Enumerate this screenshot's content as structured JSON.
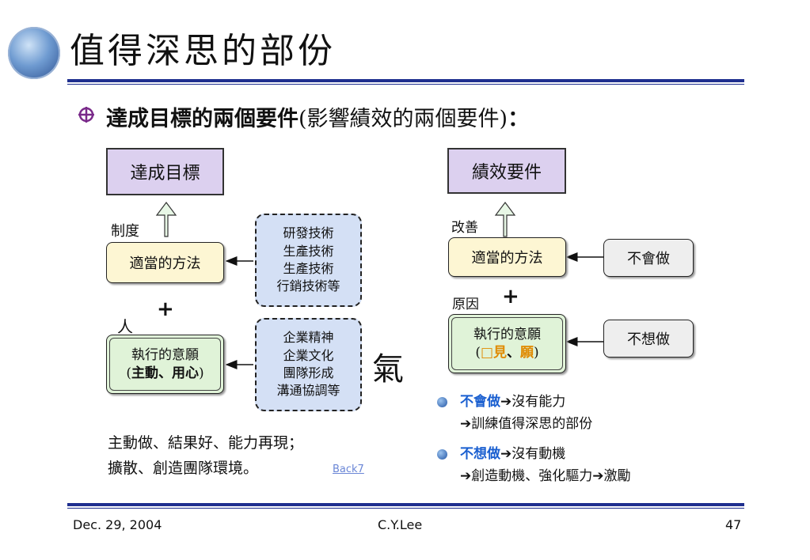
{
  "header": {
    "title": "值得深思的部份"
  },
  "subtitle": {
    "bold": "達成目標的兩個要件",
    "normal": "(影響績效的兩個要件)",
    "colon": "："
  },
  "left": {
    "goal": "達成目標",
    "label_system": "制度",
    "method": "適當的方法",
    "label_person": "人",
    "plus": "+",
    "will_line1": "執行的意願",
    "will_line2_open": "(",
    "will_line2_bold": "主動、用心",
    "will_line2_close": ")",
    "tech": [
      "研發技術",
      "生產技術",
      "生產技術",
      "行銷技術等"
    ],
    "culture": [
      "企業精神",
      "企業文化",
      "團隊形成",
      "溝通協調等"
    ],
    "qi": "氣",
    "note_line1": "主動做、結果好、能力再現；",
    "note_line2": "擴散、創造團隊環境。",
    "back_link": "Back7"
  },
  "right": {
    "goal": "績效要件",
    "label_improve": "改善",
    "method": "適當的方法",
    "cannot": "不會做",
    "label_cause": "原因",
    "plus": "+",
    "will_line1": "執行的意願",
    "will_line2_open": "(",
    "will_see_box": "□",
    "will_see": "見",
    "will_sep": "、",
    "will_wish": "願",
    "will_line2_close": ")",
    "unwilling": "不想做",
    "bullet1_key": "不會做",
    "bullet1_rest": "➔沒有能力",
    "bullet1_sub": "➔訓練值得深思的部份",
    "bullet2_key": "不想做",
    "bullet2_rest": "➔沒有動機",
    "bullet2_sub": "➔創造動機、強化驅力➔激勵"
  },
  "footer": {
    "date": "Dec. 29, 2004",
    "author": "C.Y.Lee",
    "page": "47"
  },
  "colors": {
    "rule": "#1f2f8f",
    "goal_fill": "#dcd0ef",
    "method_fill": "#fdf6d3",
    "will_fill": "#e0f3d8",
    "dash_fill": "#d4e0f5",
    "gray_fill": "#eeeeee",
    "accent_blue": "#1a5fd0",
    "accent_orange": "#e08a00"
  }
}
